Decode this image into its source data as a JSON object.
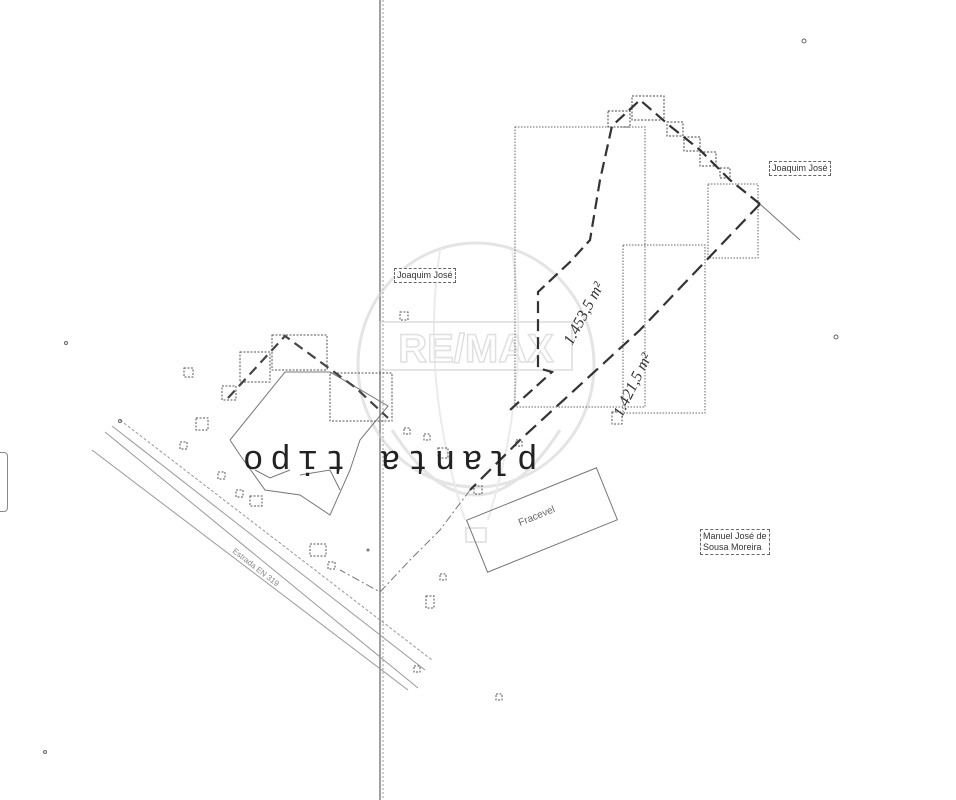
{
  "labels": {
    "owner_top_right": "Joaquim José",
    "owner_center": "Joaquim José",
    "owner_bottom_right_line1": "Manuel José de",
    "owner_bottom_right_line2": "Sousa Moreira",
    "road": "Estrada EN 319",
    "building_small": "Fracevel"
  },
  "handwritten": {
    "area_1": "1.453,5 m²",
    "area_2": "1.421,5 m²"
  },
  "stamp": "planta tipo",
  "watermark": "RE/MAX",
  "colors": {
    "ink": "#333333",
    "light_ink": "#9a9a9a",
    "watermark": "#d8d8d8"
  }
}
